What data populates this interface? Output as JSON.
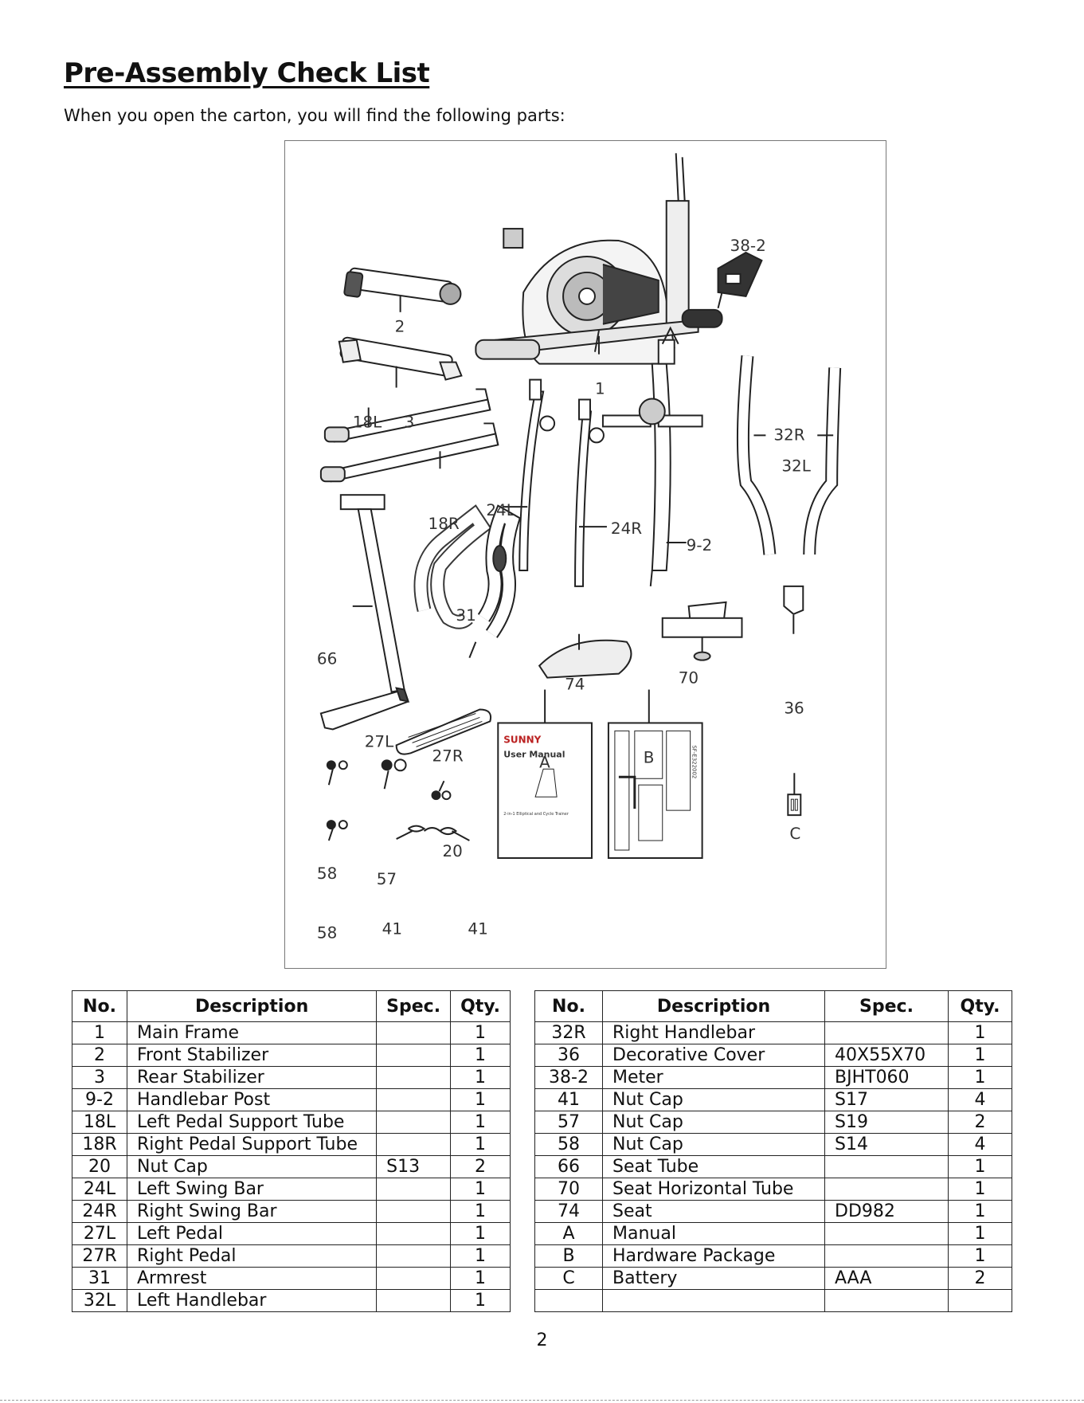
{
  "title": "Pre-Assembly Check List",
  "intro": "When you open the carton, you will find the following parts:",
  "figure": {
    "labels": [
      "38-2",
      "2",
      "1",
      "18L",
      "3",
      "32R",
      "32L",
      "18R",
      "24L",
      "24R",
      "9-2",
      "66",
      "31",
      "74",
      "70",
      "36",
      "27L",
      "27R",
      "A",
      "B",
      "C",
      "58",
      "57",
      "20",
      "58",
      "41",
      "41"
    ],
    "manual_brand": "SUNNY",
    "manual_title": "User Manual",
    "manual_subtitle": "2-in-1 Elliptical and Cycle Trainer",
    "hardware_code": "SF-E322002"
  },
  "table": {
    "headers": [
      "No.",
      "Description",
      "Spec.",
      "Qty."
    ],
    "left_rows": [
      [
        "1",
        "Main Frame",
        "",
        "1"
      ],
      [
        "2",
        "Front Stabilizer",
        "",
        "1"
      ],
      [
        "3",
        "Rear Stabilizer",
        "",
        "1"
      ],
      [
        "9-2",
        "Handlebar Post",
        "",
        "1"
      ],
      [
        "18L",
        "Left Pedal Support Tube",
        "",
        "1"
      ],
      [
        "18R",
        "Right Pedal Support Tube",
        "",
        "1"
      ],
      [
        "20",
        "Nut Cap",
        "S13",
        "2"
      ],
      [
        "24L",
        "Left Swing Bar",
        "",
        "1"
      ],
      [
        "24R",
        "Right Swing Bar",
        "",
        "1"
      ],
      [
        "27L",
        "Left Pedal",
        "",
        "1"
      ],
      [
        "27R",
        "Right Pedal",
        "",
        "1"
      ],
      [
        "31",
        "Armrest",
        "",
        "1"
      ],
      [
        "32L",
        "Left Handlebar",
        "",
        "1"
      ]
    ],
    "right_rows": [
      [
        "32R",
        "Right Handlebar",
        "",
        "1"
      ],
      [
        "36",
        "Decorative Cover",
        "40X55X70",
        "1"
      ],
      [
        "38-2",
        "Meter",
        "BJHT060",
        "1"
      ],
      [
        "41",
        "Nut Cap",
        "S17",
        "4"
      ],
      [
        "57",
        "Nut Cap",
        "S19",
        "2"
      ],
      [
        "58",
        "Nut Cap",
        "S14",
        "4"
      ],
      [
        "66",
        "Seat Tube",
        "",
        "1"
      ],
      [
        "70",
        "Seat Horizontal Tube",
        "",
        "1"
      ],
      [
        "74",
        "Seat",
        "DD982",
        "1"
      ],
      [
        "A",
        "Manual",
        "",
        "1"
      ],
      [
        "B",
        "Hardware Package",
        "",
        "1"
      ],
      [
        "C",
        "Battery",
        "AAA",
        "2"
      ],
      [
        "",
        "",
        "",
        ""
      ]
    ]
  },
  "page_number": "2"
}
